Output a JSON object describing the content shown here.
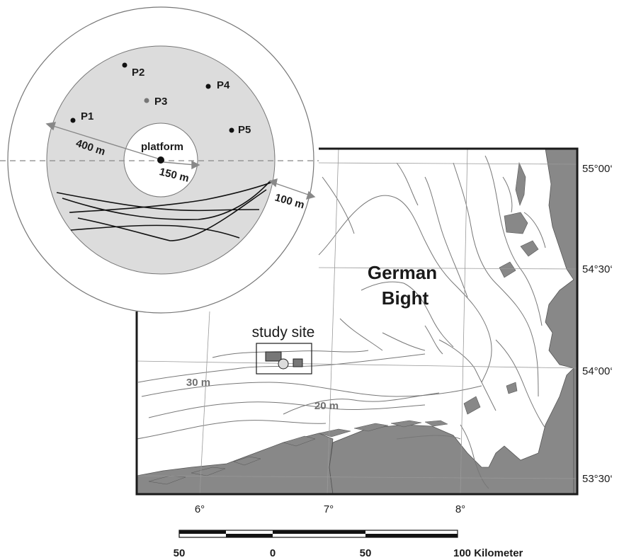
{
  "map": {
    "title": [
      "German",
      "Bight"
    ],
    "study_site_label": "study site",
    "depth_labels": [
      "30 m",
      "20 m"
    ],
    "lon_labels": [
      "6°",
      "7°",
      "8°"
    ],
    "lat_labels": [
      "55°00‘",
      "54°30‘",
      "54°00‘",
      "53°30‘"
    ]
  },
  "inset": {
    "center_label": "platform",
    "positions": [
      "P1",
      "P2",
      "P3",
      "P4",
      "P5"
    ],
    "distances": [
      "400 m",
      "150 m",
      "100 m"
    ]
  },
  "scale_bar": {
    "labels": [
      "50",
      "0",
      "50",
      "100 Kilometer"
    ]
  },
  "colors": {
    "land": "#888888",
    "zone": "#dcdcdc",
    "frame": "#1a1a1a",
    "depth_text": "#707070"
  }
}
